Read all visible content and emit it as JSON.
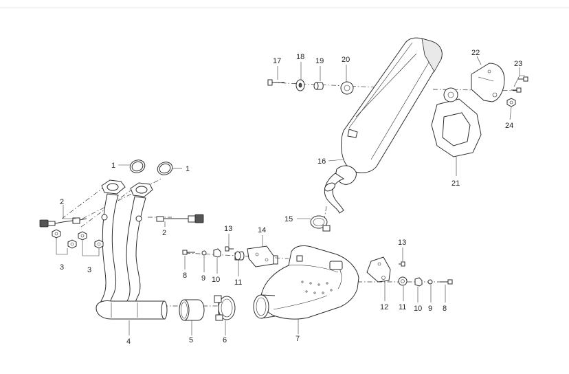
{
  "callouts": {
    "c1a": "1",
    "c1b": "1",
    "c2a": "2",
    "c2b": "2",
    "c3a": "3",
    "c3b": "3",
    "c4": "4",
    "c5": "5",
    "c6": "6",
    "c7": "7",
    "c8a": "8",
    "c8b": "8",
    "c9a": "9",
    "c9b": "9",
    "c10a": "10",
    "c10b": "10",
    "c11a": "11",
    "c11b": "11",
    "c12": "12",
    "c13a": "13",
    "c13b": "13",
    "c14": "14",
    "c15": "15",
    "c16": "16",
    "c17": "17",
    "c18": "18",
    "c19": "19",
    "c20": "20",
    "c21": "21",
    "c22": "22",
    "c23": "23",
    "c24": "24"
  }
}
